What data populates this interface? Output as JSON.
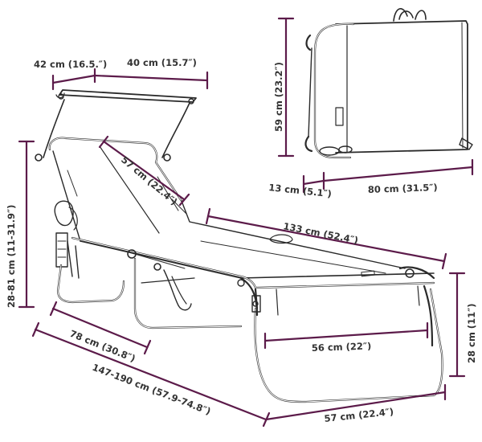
{
  "colors": {
    "dimension_line": "#5c1b4a",
    "label_text": "#333333",
    "drawing_ink": "#2a2a2a"
  },
  "dimensions": {
    "canopy_depth": "42 cm (16.5.″)",
    "canopy_width": "40 cm (15.7″)",
    "backrest_length": "57 cm (22.4″)",
    "seat_length": "133 cm (52.4″)",
    "canopy_height_range": "28-81 cm (11-31.9″)",
    "base_length": "78 cm (30.8″)",
    "bed_length": "56 cm (22″)",
    "seat_height": "28 cm (11″)",
    "total_length_range": "147-190 cm (57.9-74.8″)",
    "total_width": "57 cm (22.4″)",
    "folded_height": "59 cm (23.2″)",
    "folded_thickness": "13 cm (5.1″)",
    "folded_length": "80 cm (31.5″)"
  }
}
